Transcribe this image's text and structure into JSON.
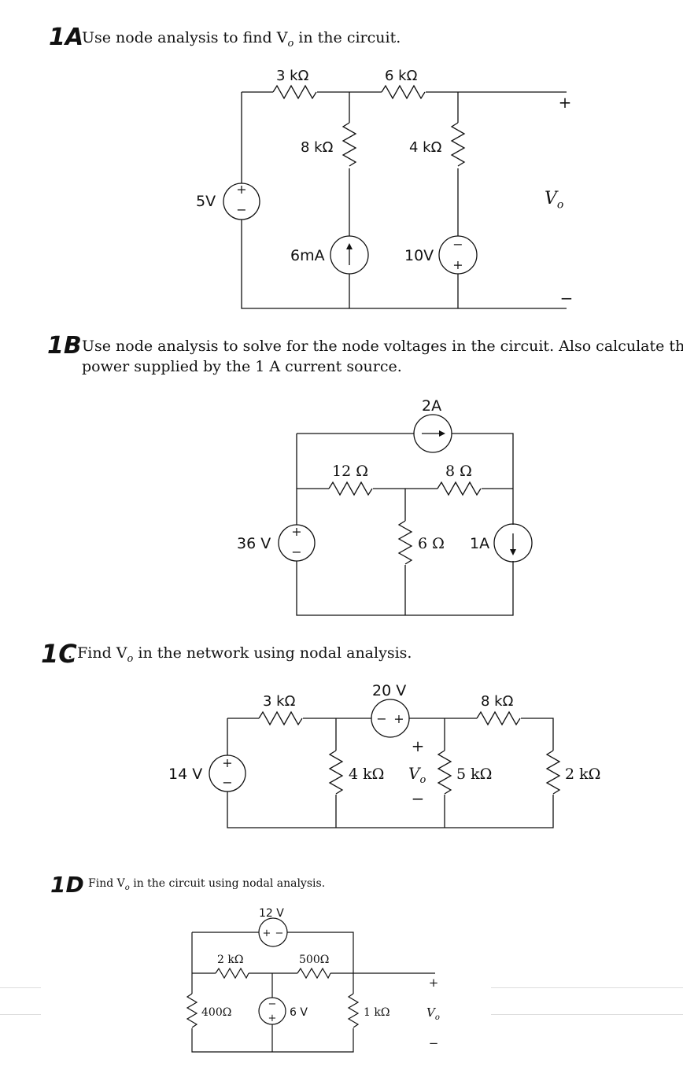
{
  "p1a": {
    "label": "1A",
    "text": "Use node analysis to find V",
    "text_tail": " in the circuit.",
    "r1": "3 kΩ",
    "r2": "6 kΩ",
    "r3": "8 kΩ",
    "r4": "4 kΩ",
    "vsrc": "5V",
    "isrc": "6mA",
    "vsrc2": "10V",
    "vo": "V",
    "plus": "+",
    "minus": "−"
  },
  "p1b": {
    "label": "1B",
    "text_line1": "Use node analysis to solve for the node voltages in the circuit.  Also calculate th",
    "text_line2": "power supplied by the 1 A current source.",
    "isrc_top": "2A",
    "r1": "12 Ω",
    "r2": "8 Ω",
    "r3": "6 Ω",
    "vsrc": "36 V",
    "isrc": "1A"
  },
  "p1c": {
    "label": "1C",
    "text": ". Find V",
    "text_tail": " in the network using nodal analysis.",
    "r1": "3 kΩ",
    "vsrc_top": "20 V",
    "r2": "8 kΩ",
    "vsrc": "14 V",
    "r3": "4 kΩ",
    "vo": "V",
    "r4": "5 kΩ",
    "r5": "2 kΩ",
    "plus": "+",
    "minus": "−"
  },
  "p1d": {
    "label": "1D",
    "text": "Find V",
    "text_tail": " in the circuit using nodal analysis.",
    "vsrc_top": "12 V",
    "r1": "2 kΩ",
    "r2": "500Ω",
    "r3": "400Ω",
    "vsrc": "6 V",
    "r4": "1 kΩ",
    "vo": "V",
    "plus": "+",
    "minus": "−"
  }
}
